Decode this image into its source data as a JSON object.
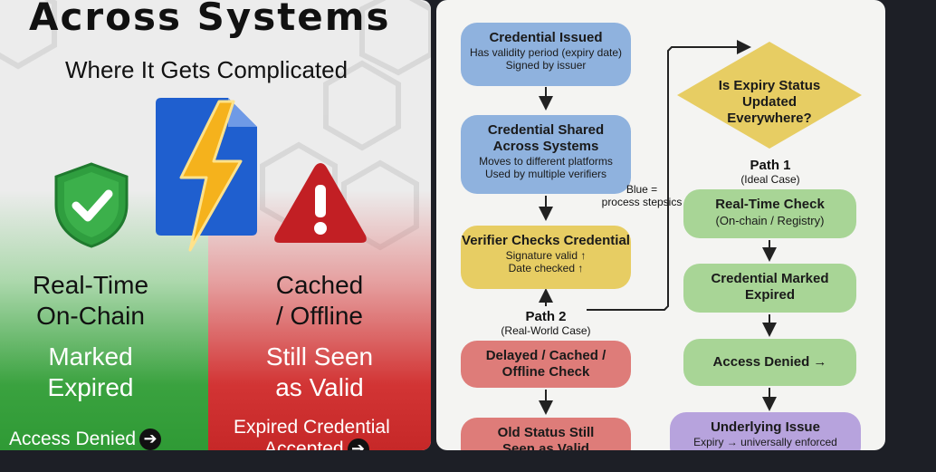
{
  "left": {
    "title": "Across Systems",
    "subtitle": "Where It Gets Complicated",
    "green_label_line1": "Real-Time",
    "green_label_line2": "On-Chain",
    "green_status_line1": "Marked",
    "green_status_line2": "Expired",
    "green_note": "Access Denied",
    "red_label_line1": "Cached",
    "red_label_line2": "/ Offline",
    "red_status_line1": "Still Seen",
    "red_status_line2": "as Valid",
    "red_note_line1": "Expired Credential",
    "red_note_line2": "Accepted",
    "note_arrow": "➔",
    "icons": [
      "shield-check-icon",
      "document-lightning-icon",
      "warning-triangle-icon"
    ],
    "colors": {
      "green": "#3aa23f",
      "red": "#d23434",
      "blue": "#1f5fcf",
      "bolt": "#f5b21c"
    }
  },
  "flow": {
    "issued": {
      "title": "Credential Issued",
      "line1": "Has validity period (expiry date)",
      "line2": "Signed by issuer"
    },
    "shared": {
      "title_line1": "Credential Shared",
      "title_line2": "Across Systems",
      "line1": "Moves to different platforms",
      "line2": "Used by multiple verifiers"
    },
    "verifier": {
      "title": "Verifier Checks Credential",
      "line1": "Signature valid ↑",
      "line2": "Date checked ↑"
    },
    "legend": {
      "line1": "Blue =",
      "line2": "process stepsics"
    },
    "path2": {
      "title": "Path 2",
      "sub": "(Real-World Case)"
    },
    "delayed": {
      "title_line1": "Delayed / Cached /",
      "title_line2": "Offline Check"
    },
    "old_status": {
      "title_line1": "Old Status Still",
      "title_line2": "Seen as Valid"
    },
    "diamond": {
      "line1": "Is Expiry Status",
      "line2": "Updated",
      "line3": "Everywhere?"
    },
    "path1": {
      "title": "Path 1",
      "sub": "(Ideal Case)"
    },
    "realtime": {
      "title": "Real-Time Check",
      "sub": "(On-chain / Registry)"
    },
    "marked": {
      "title_line1": "Credential Marked",
      "title_line2": "Expired"
    },
    "denied": {
      "title": "Access Denied →"
    },
    "issue": {
      "title": "Underlying Issue",
      "sub": "Expiry → universally enforced"
    },
    "colors": {
      "blue": "#8fb2de",
      "yellow": "#e7cd63",
      "red": "#de7c79",
      "green": "#a8d596",
      "purple": "#b7a3dd"
    }
  }
}
